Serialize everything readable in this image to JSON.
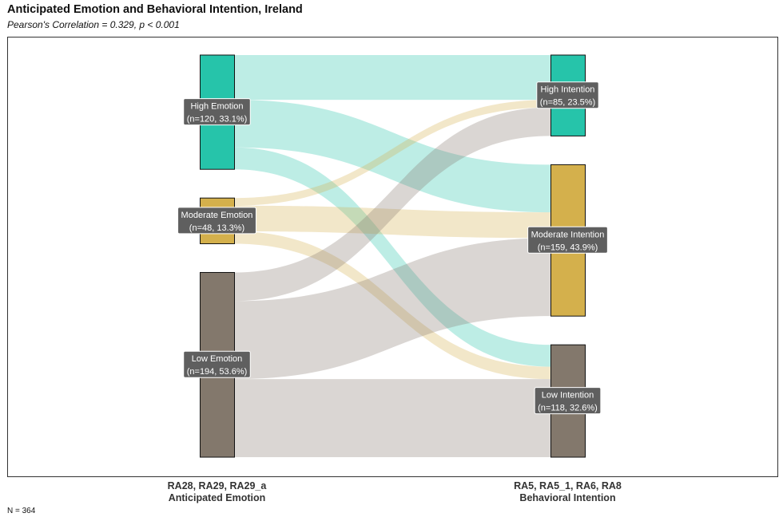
{
  "title": "Anticipated Emotion and Behavioral Intention, Ireland",
  "subtitle": "Pearson's Correlation = 0.329, p < 0.001",
  "footnote": "N = 364",
  "chart_data": {
    "type": "sankey",
    "axes": [
      {
        "variables": "RA28, RA29, RA29_a",
        "label": "Anticipated Emotion"
      },
      {
        "variables": "RA5, RA5_1, RA6, RA8",
        "label": "Behavioral Intention"
      }
    ],
    "left_nodes": [
      {
        "name": "High Emotion",
        "stat": "(n=120, 33.1%)",
        "n": 120,
        "color": "#26C4AA"
      },
      {
        "name": "Moderate Emotion",
        "stat": "(n=48, 13.3%)",
        "n": 48,
        "color": "#D4B04C"
      },
      {
        "name": "Low Emotion",
        "stat": "(n=194, 53.6%)",
        "n": 194,
        "color": "#83786C"
      }
    ],
    "right_nodes": [
      {
        "name": "High Intention",
        "stat": "(n=85, 23.5%)",
        "n": 85,
        "color": "#26C4AA"
      },
      {
        "name": "Moderate Intention",
        "stat": "(n=159, 43.9%)",
        "n": 159,
        "color": "#D4B04C"
      },
      {
        "name": "Low Intention",
        "stat": "(n=118, 32.6%)",
        "n": 118,
        "color": "#83786C"
      }
    ],
    "flows": [
      {
        "from": 0,
        "to": 0,
        "value": 47
      },
      {
        "from": 0,
        "to": 1,
        "value": 50
      },
      {
        "from": 0,
        "to": 2,
        "value": 23
      },
      {
        "from": 1,
        "to": 0,
        "value": 8
      },
      {
        "from": 1,
        "to": 1,
        "value": 27
      },
      {
        "from": 1,
        "to": 2,
        "value": 13
      },
      {
        "from": 2,
        "to": 0,
        "value": 30
      },
      {
        "from": 2,
        "to": 1,
        "value": 82
      },
      {
        "from": 2,
        "to": 2,
        "value": 82
      }
    ]
  }
}
